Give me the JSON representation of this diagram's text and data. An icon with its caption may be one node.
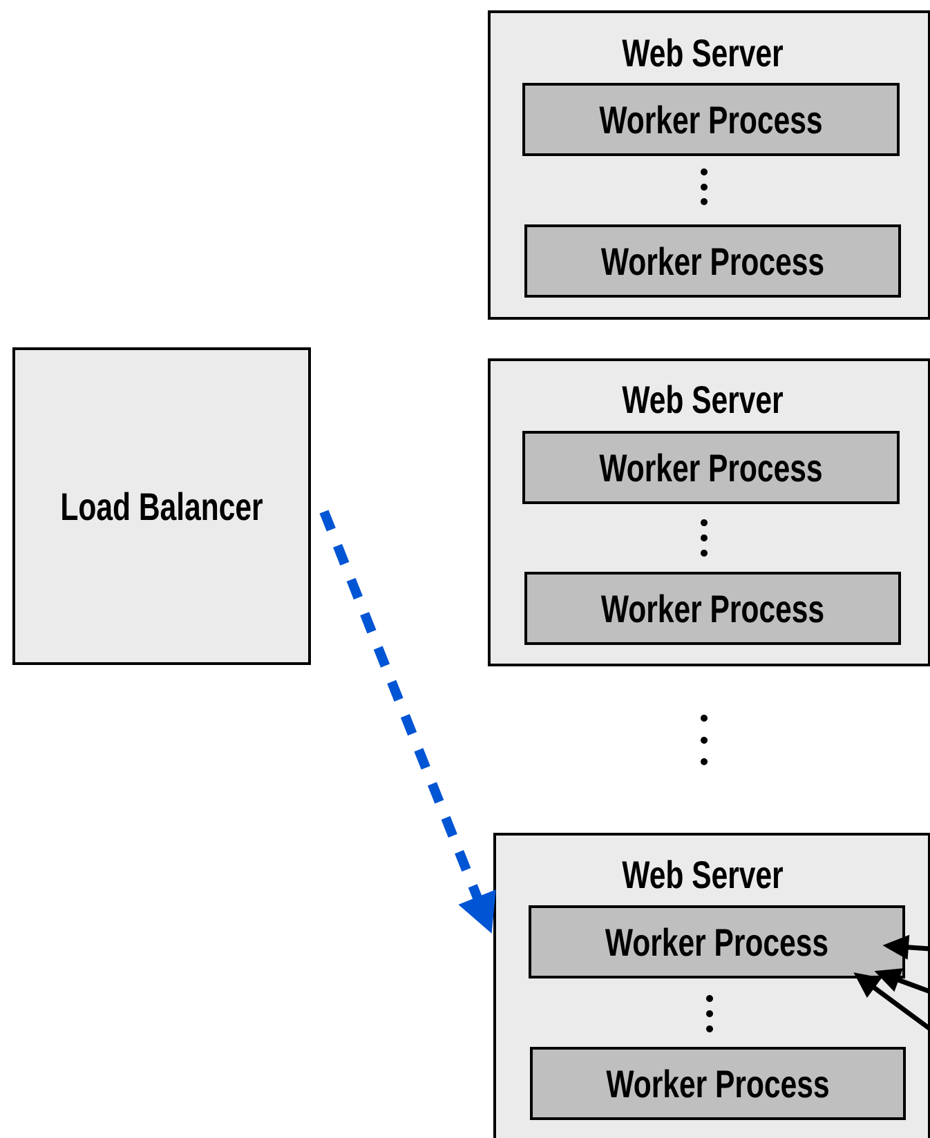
{
  "diagram": {
    "nodes": [
      {
        "text": [
          "Load Balancer"
        ]
      },
      {
        "text": [
          "Web Server"
        ]
      },
      {
        "text": [
          "Worker Process"
        ],
        "in": 1
      },
      {
        "text": [
          "Worker Process"
        ],
        "in": 1
      },
      {
        "text": [
          "Web Server"
        ]
      },
      {
        "text": [
          "Worker Process"
        ],
        "in": 4
      },
      {
        "text": [
          "Worker Process"
        ],
        "in": 4
      },
      {
        "text": [
          "Web Server"
        ]
      },
      {
        "text": [
          "Worker Process"
        ],
        "in": 7
      },
      {
        "text": [
          "Worker Process"
        ],
        "in": 7
      }
    ],
    "edges": [
      {
        "from": 0,
        "to": 7,
        "arrow": "to",
        "style": "dashed",
        "color": "#0055d4"
      },
      {
        "from": null,
        "to": 8,
        "arrow": "to"
      },
      {
        "from": null,
        "to": 8,
        "arrow": "to"
      },
      {
        "from": null,
        "to": 8,
        "arrow": "to"
      }
    ]
  }
}
